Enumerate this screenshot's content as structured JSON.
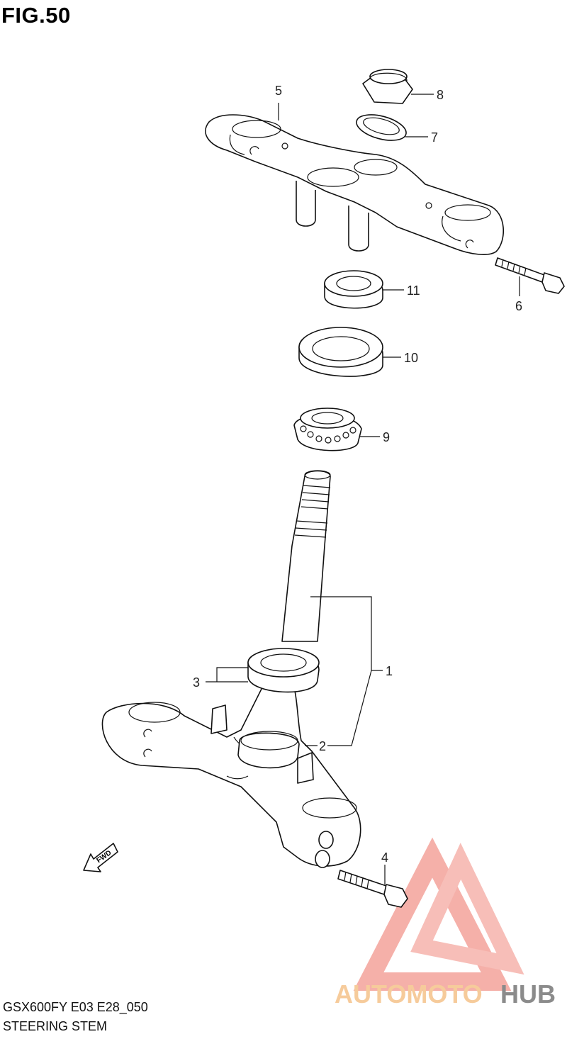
{
  "figure": {
    "title": "FIG.50",
    "model_code": "GSX600FY E03 E28_050",
    "section_name": "STEERING STEM"
  },
  "callouts": [
    {
      "id": "1",
      "label": "1"
    },
    {
      "id": "2",
      "label": "2"
    },
    {
      "id": "3",
      "label": "3"
    },
    {
      "id": "4",
      "label": "4"
    },
    {
      "id": "5",
      "label": "5"
    },
    {
      "id": "6",
      "label": "6"
    },
    {
      "id": "7",
      "label": "7"
    },
    {
      "id": "8",
      "label": "8"
    },
    {
      "id": "9",
      "label": "9"
    },
    {
      "id": "10",
      "label": "10"
    },
    {
      "id": "11",
      "label": "11"
    }
  ],
  "direction_marker": {
    "label": "FWD"
  },
  "watermark": {
    "part1": "AUTOMOTO",
    "part2": "HUB",
    "color_primary": "#f28b82",
    "color_secondary": "#f5c28a",
    "color_dark": "#666666"
  }
}
